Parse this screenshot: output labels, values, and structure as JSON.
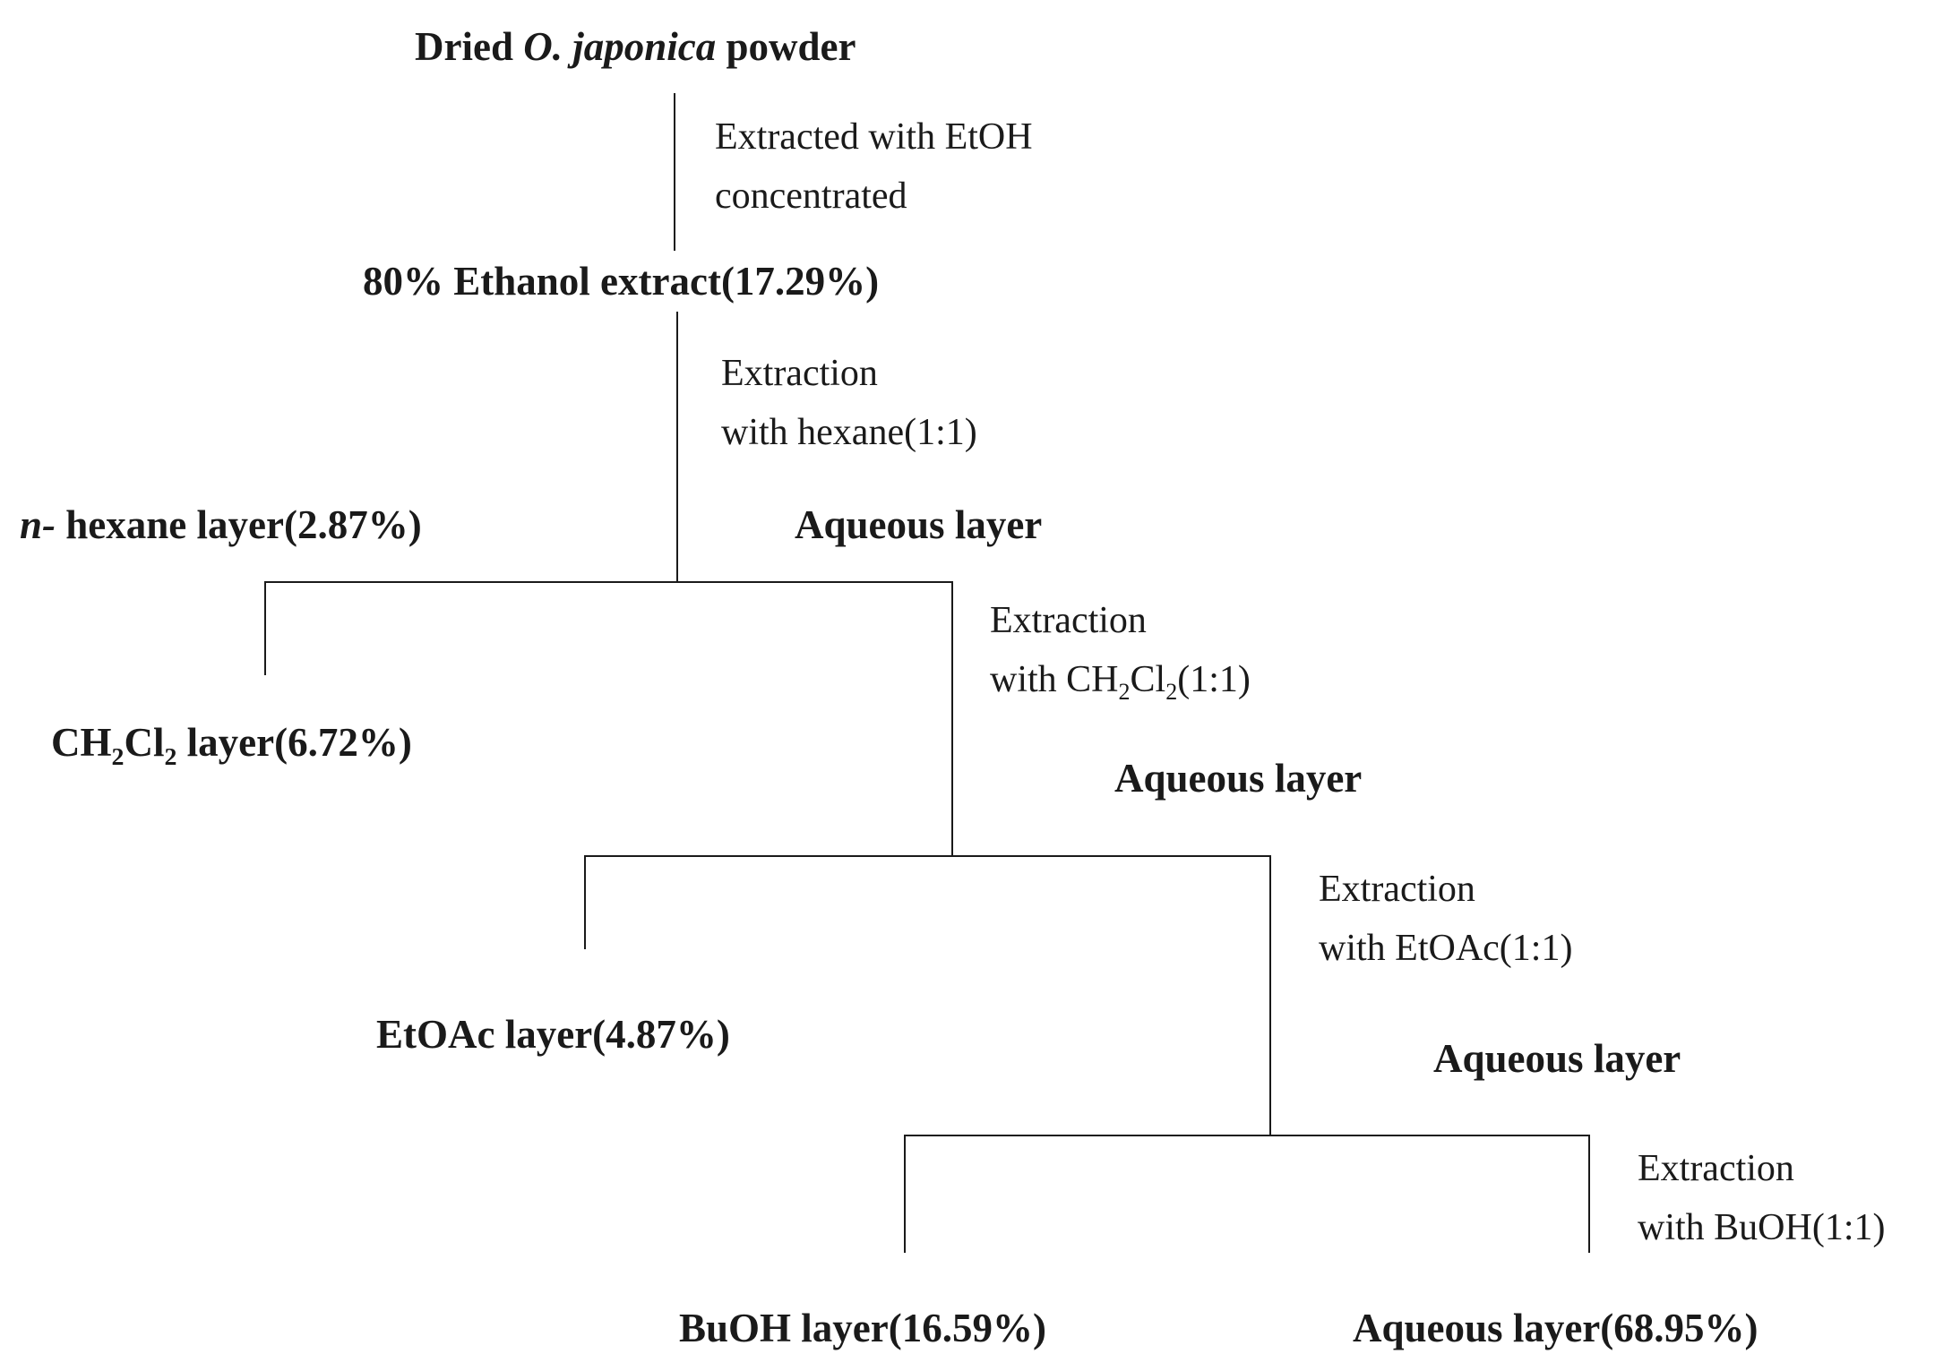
{
  "start": {
    "prefix": "Dried",
    "species": "O. japonica",
    "suffix": "powder"
  },
  "step1": {
    "line1": "Extracted with EtOH",
    "line2": "concentrated"
  },
  "ethanol_extract": "80% Ethanol extract(17.29%)",
  "step2": {
    "line1": "Extraction",
    "line2": "with hexane(1:1)"
  },
  "hexane_layer": {
    "prefix": "n-",
    "rest": " hexane layer(2.87%)"
  },
  "aqueous_1": "Aqueous layer",
  "step3": {
    "line1": "Extraction",
    "line2_a": "with CH",
    "line2_sub1": "2",
    "line2_b": "Cl",
    "line2_sub2": "2",
    "line2_c": "(1:1)"
  },
  "ch2cl2_layer": {
    "a": "CH",
    "sub1": "2",
    "b": "Cl",
    "sub2": "2",
    "c": " layer(6.72%)"
  },
  "aqueous_2": "Aqueous layer",
  "step4": {
    "line1": "Extraction",
    "line2": "with EtOAc(1:1)"
  },
  "etoac_layer": "EtOAc layer(4.87%)",
  "aqueous_3": "Aqueous layer",
  "step5": {
    "line1": "Extraction",
    "line2": "with BuOH(1:1)"
  },
  "buoh_layer": "BuOH layer(16.59%)",
  "aqueous_final": "Aqueous layer(68.95%)"
}
